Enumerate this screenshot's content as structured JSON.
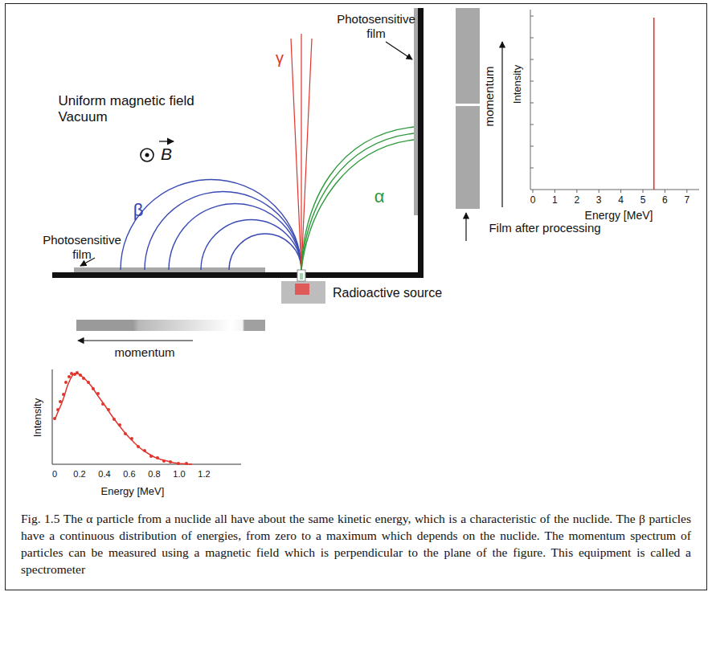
{
  "diagram": {
    "caption": "Fig. 1.5 The α particle from a nuclide all have about the same kinetic energy, which is a characteristic of the nuclide. The β particles have a continuous distribution of energies, from zero to a maximum which depends on the nuclide. The momentum spectrum of particles can be measured using a magnetic field which is perpendicular to the plane of the figure. This equipment is called a spectrometer",
    "labels": [
      "Uniform magnetic field Vacuum",
      "B",
      "Photosensitive film",
      "γ",
      "α",
      "β",
      "momentum",
      "Intensity",
      "0",
      "1",
      "2",
      "3",
      "4",
      "5",
      "6",
      "7",
      "Energy [MeV]",
      "Film after processing",
      "Photosensitive film",
      "Radioactive source",
      "momentum",
      "Intensity",
      "0",
      "0.2",
      "0.4",
      "0.6",
      "0.8",
      "1.0",
      "1.2",
      "Energy [MeV]"
    ]
  }
}
